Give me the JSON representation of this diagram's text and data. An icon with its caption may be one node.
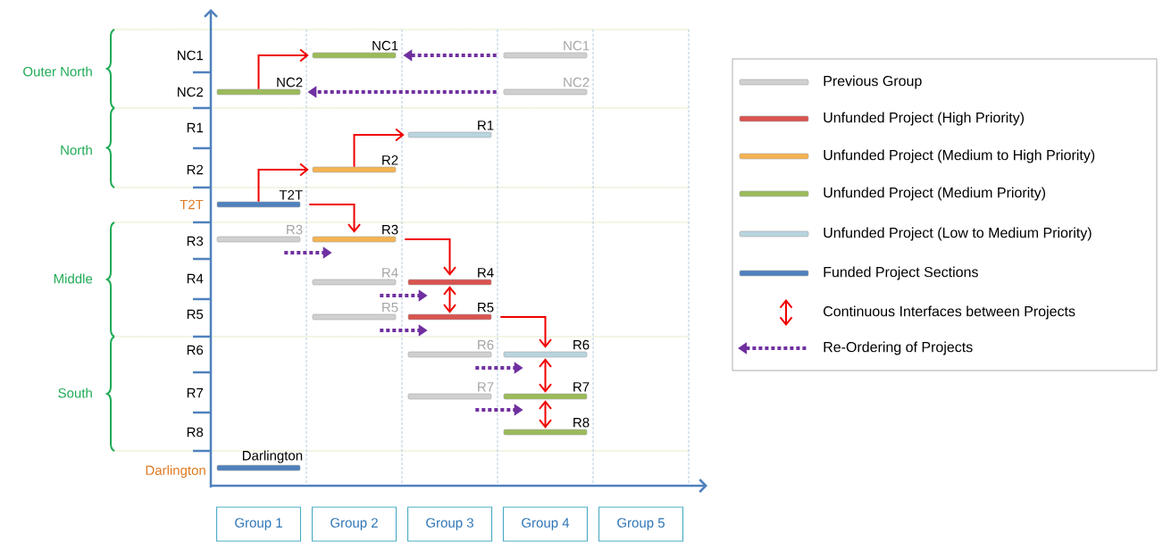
{
  "diagram": {
    "nodes": [
      {
        "text": [
          "NC1"
        ]
      },
      {
        "text": [
          "NC1"
        ]
      },
      {
        "text": [
          "NC2"
        ]
      },
      {
        "text": [
          "NC2"
        ]
      },
      {
        "text": [
          "R1"
        ]
      },
      {
        "text": [
          "R2"
        ]
      },
      {
        "text": [
          "T2T"
        ]
      },
      {
        "text": [
          "R3"
        ]
      },
      {
        "text": [
          "R3"
        ]
      },
      {
        "text": [
          "R4"
        ]
      },
      {
        "text": [
          "R4"
        ]
      },
      {
        "text": [
          "R5"
        ]
      },
      {
        "text": [
          "R5"
        ]
      },
      {
        "text": [
          "R6"
        ]
      },
      {
        "text": [
          "R6"
        ]
      },
      {
        "text": [
          "R7"
        ]
      },
      {
        "text": [
          "R7"
        ]
      },
      {
        "text": [
          "R8"
        ]
      },
      {
        "text": [
          "Darlington"
        ]
      },
      {
        "text": [
          "Group 1"
        ]
      },
      {
        "text": [
          "Group 2"
        ]
      },
      {
        "text": [
          "Group 3"
        ]
      },
      {
        "text": [
          "Group 4"
        ]
      },
      {
        "text": [
          "Group 5"
        ]
      }
    ],
    "edges": [
      {
        "from": 2,
        "to": 0,
        "arrow": "to"
      },
      {
        "from": 1,
        "to": 0,
        "arrow": "to",
        "style": "dashed",
        "color": "#7030a0"
      },
      {
        "from": 3,
        "to": 2,
        "arrow": "to",
        "style": "dashed",
        "color": "#7030a0"
      },
      {
        "from": 6,
        "to": 5,
        "arrow": "to"
      },
      {
        "from": 5,
        "to": 4,
        "arrow": "to"
      },
      {
        "from": 6,
        "to": 8,
        "arrow": "to"
      },
      {
        "from": 7,
        "to": 8,
        "arrow": "to",
        "style": "dashed",
        "color": "#7030a0"
      },
      {
        "from": 8,
        "to": 10,
        "arrow": "to"
      },
      {
        "from": 9,
        "to": 10,
        "arrow": "to",
        "style": "dashed",
        "color": "#7030a0"
      },
      {
        "from": 10,
        "to": 12,
        "arrow": "both"
      },
      {
        "from": 11,
        "to": 12,
        "arrow": "to",
        "style": "dashed",
        "color": "#7030a0"
      },
      {
        "from": 12,
        "to": 14,
        "arrow": "to"
      },
      {
        "from": 13,
        "to": 14,
        "arrow": "to",
        "style": "dashed",
        "color": "#7030a0"
      },
      {
        "from": 14,
        "to": 16,
        "arrow": "both"
      },
      {
        "from": 15,
        "to": 16,
        "arrow": "to",
        "style": "dashed",
        "color": "#7030a0"
      },
      {
        "from": 16,
        "to": 17,
        "arrow": "both"
      }
    ],
    "labels": [
      "NC1",
      "Outer North",
      "NC2",
      "R1",
      "North",
      "R2",
      "T2T",
      "R3",
      "Middle",
      "R4",
      "R5",
      "R6",
      "South",
      "R7",
      "R8",
      "Darlington"
    ],
    "legend": [
      {
        "text": "Previous Group",
        "color": "#d0d0d0"
      },
      {
        "text": "Unfunded Project (High Priority)",
        "color": "#d9534f"
      },
      {
        "text": "Unfunded Project (Medium to High Priority)",
        "color": "#f5b352"
      },
      {
        "text": "Unfunded Project (Medium Priority)",
        "color": "#9bbb59"
      },
      {
        "text": "Unfunded Project (Low to Medium Priority)",
        "color": "#b9d4de"
      },
      {
        "text": "Funded Project Sections",
        "color": "#4f81bd"
      },
      {
        "text": "Continuous Interfaces between Projects"
      },
      {
        "text": "Re-Ordering of Projects"
      }
    ]
  }
}
